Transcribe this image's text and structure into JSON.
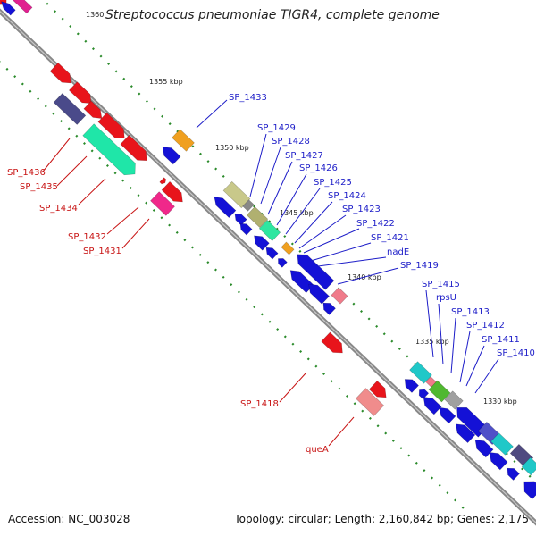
{
  "title": "Streptococcus pneumoniae TIGR4, complete genome",
  "accession": "Accession: NC_003028",
  "topology": "Topology: circular; Length: 2,160,842 bp; Genes: 2,175",
  "ticks": [
    "1360",
    "1355 kbp",
    "1350 kbp",
    "1345 kbp",
    "1340 kbp",
    "1335 kbp",
    "1330 kbp"
  ],
  "labels_blue": [
    "SP_1433",
    "SP_1429",
    "SP_1428",
    "SP_1427",
    "SP_1426",
    "SP_1425",
    "SP_1424",
    "SP_1423",
    "SP_1422",
    "SP_1421",
    "nadE",
    "SP_1419",
    "SP_1415",
    "rpsU",
    "SP_1413",
    "SP_1412",
    "SP_1411",
    "SP_1410"
  ],
  "labels_red": [
    "SP_1436",
    "SP_1435",
    "SP_1434",
    "SP_1432",
    "SP_1431",
    "SP_1418",
    "queA"
  ],
  "colors": {
    "forward_strand": "#e8141b",
    "reverse_strand": "#1411d6",
    "label_forward": "#c81414",
    "label_reverse": "#1d1dc8",
    "backbone": "#888888",
    "tick_dots": "#2a8a2a"
  }
}
